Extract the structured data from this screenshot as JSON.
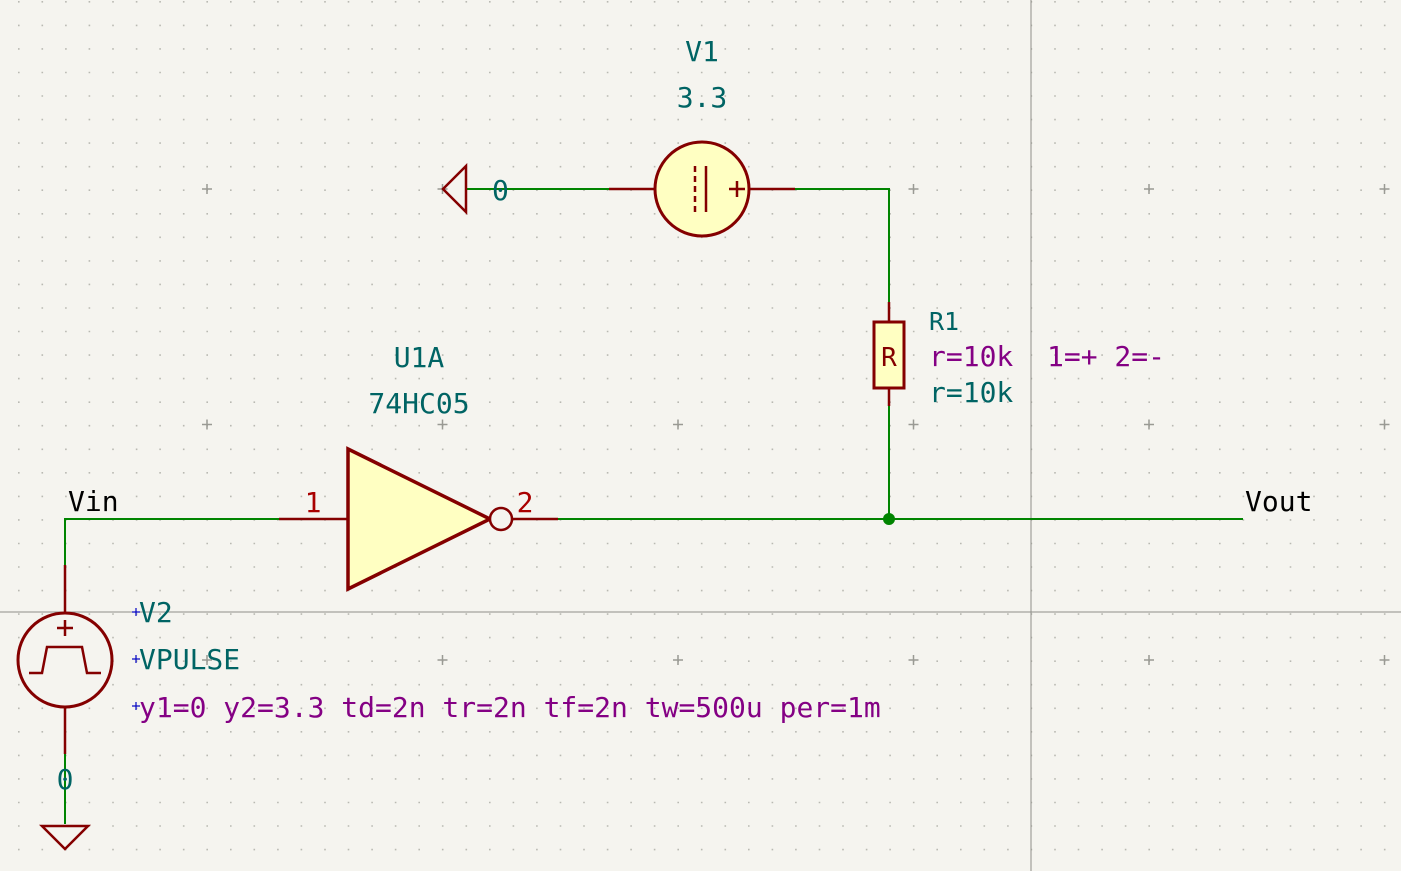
{
  "colors": {
    "background": "#f5f4ef",
    "grid_dot": "#b9b9b2",
    "grid_cross": "#9a9a94",
    "cursor_line": "#8e8e88",
    "wire": "#008400",
    "junction": "#008400",
    "symbol_outline": "#840000",
    "symbol_fill": "#ffffc2",
    "pin_number": "#a90000",
    "reference_text": "#006464",
    "sim_text": "#840084",
    "net_label": "#000000",
    "field_anchor": "#0000c2"
  },
  "components": {
    "v1": {
      "reference": "V1",
      "value": "3.3",
      "symbol_icon": "dc-voltage-source-icon"
    },
    "u1a": {
      "reference": "U1A",
      "value": "74HC05",
      "pin_in": "1",
      "pin_out": "2",
      "symbol_icon": "inverter-icon"
    },
    "r1": {
      "reference": "R1",
      "value": "r=10k",
      "body_label": "R",
      "pins": "1=+ 2=-",
      "symbol_icon": "resistor-icon"
    },
    "v2": {
      "reference": "V2",
      "value": "VPULSE",
      "params": "y1=0 y2=3.3 td=2n tr=2n tf=2n tw=500u per=1m",
      "symbol_icon": "pulse-source-icon"
    }
  },
  "power": {
    "gnd_top": {
      "label": "0",
      "symbol_icon": "ground-icon"
    },
    "gnd_bottom": {
      "label": "0",
      "symbol_icon": "ground-icon"
    }
  },
  "nets": {
    "vin": "Vin",
    "vout": "Vout"
  }
}
